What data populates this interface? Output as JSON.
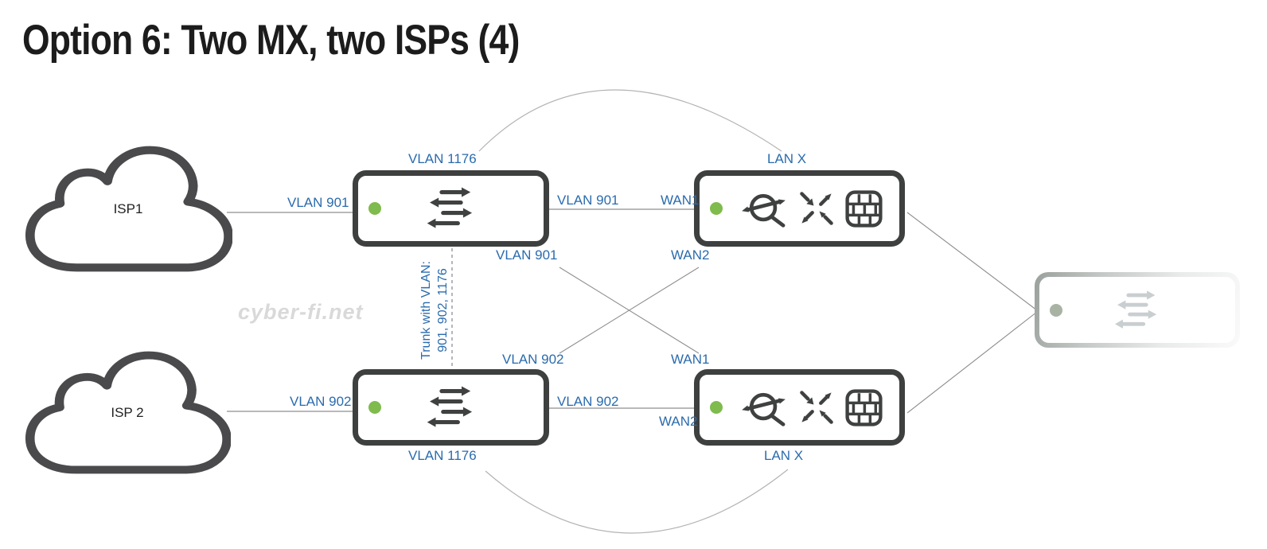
{
  "title": "Option 6: Two MX, two ISPs (4)",
  "watermark": "cyber-fi.net",
  "colors": {
    "label_blue": "#2a6bad",
    "device_border": "#3e3f3f",
    "status_green": "#7fbb4d",
    "wire_gray": "#8f8f8f",
    "arc_gray": "#b3b3b3",
    "watermark_gray": "#d9d9d9"
  },
  "nodes": {
    "isp1": {
      "label": "ISP1"
    },
    "isp2": {
      "label": "ISP 2"
    }
  },
  "labels": {
    "switch1_top": "VLAN 1176",
    "isp1_link": "VLAN 901",
    "link1_vlan": "VLAN 901",
    "link1_port": "WAN1",
    "switch1_bottom": "VLAN 901",
    "mx1_bottom": "WAN2",
    "mx1_top": "LAN X",
    "trunk_line1": "Trunk with VLAN:",
    "trunk_line2": "901, 902, 1176",
    "switch2_top": "VLAN 902",
    "mx2_top": "WAN1",
    "isp2_link": "VLAN 902",
    "link2_vlan": "VLAN 902",
    "link2_port": "WAN2",
    "switch2_bottom": "VLAN 1176",
    "mx2_bottom": "LAN X"
  }
}
